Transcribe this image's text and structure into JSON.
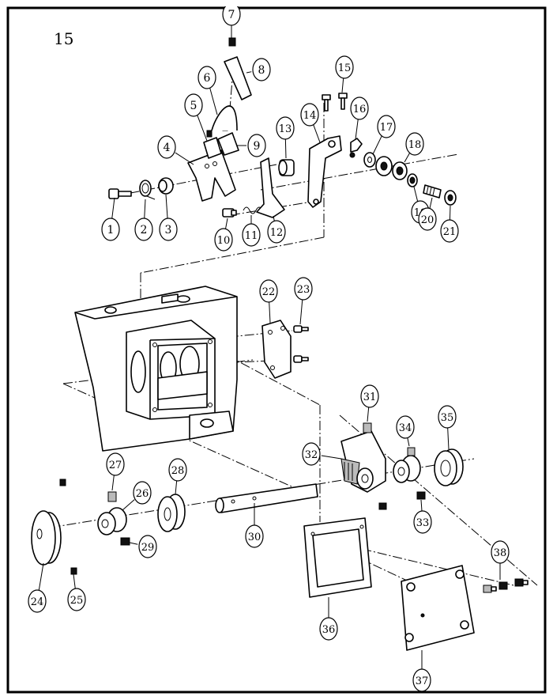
{
  "page": {
    "figure_number": "15"
  },
  "callouts": [
    {
      "id": "1",
      "label": "1"
    },
    {
      "id": "2",
      "label": "2"
    },
    {
      "id": "3",
      "label": "3"
    },
    {
      "id": "4",
      "label": "4"
    },
    {
      "id": "5",
      "label": "5"
    },
    {
      "id": "6",
      "label": "6"
    },
    {
      "id": "7",
      "label": "7"
    },
    {
      "id": "8",
      "label": "8"
    },
    {
      "id": "9",
      "label": "9"
    },
    {
      "id": "10",
      "label": "10"
    },
    {
      "id": "11",
      "label": "11"
    },
    {
      "id": "12",
      "label": "12"
    },
    {
      "id": "13",
      "label": "13"
    },
    {
      "id": "14",
      "label": "14"
    },
    {
      "id": "15",
      "label": "15"
    },
    {
      "id": "16",
      "label": "16"
    },
    {
      "id": "17",
      "label": "17"
    },
    {
      "id": "18",
      "label": "18"
    },
    {
      "id": "19",
      "label": "19"
    },
    {
      "id": "20",
      "label": "20"
    },
    {
      "id": "21",
      "label": "21"
    },
    {
      "id": "22",
      "label": "22"
    },
    {
      "id": "23",
      "label": "23"
    },
    {
      "id": "24",
      "label": "24"
    },
    {
      "id": "25",
      "label": "25"
    },
    {
      "id": "26",
      "label": "26"
    },
    {
      "id": "27",
      "label": "27"
    },
    {
      "id": "28",
      "label": "28"
    },
    {
      "id": "29",
      "label": "29"
    },
    {
      "id": "30",
      "label": "30"
    },
    {
      "id": "31",
      "label": "31"
    },
    {
      "id": "32",
      "label": "32"
    },
    {
      "id": "33",
      "label": "33"
    },
    {
      "id": "34",
      "label": "34"
    },
    {
      "id": "35",
      "label": "35"
    },
    {
      "id": "36",
      "label": "36"
    },
    {
      "id": "37",
      "label": "37"
    },
    {
      "id": "38",
      "label": "38"
    }
  ],
  "colors": {
    "line": "#000000",
    "background": "#ffffff"
  }
}
